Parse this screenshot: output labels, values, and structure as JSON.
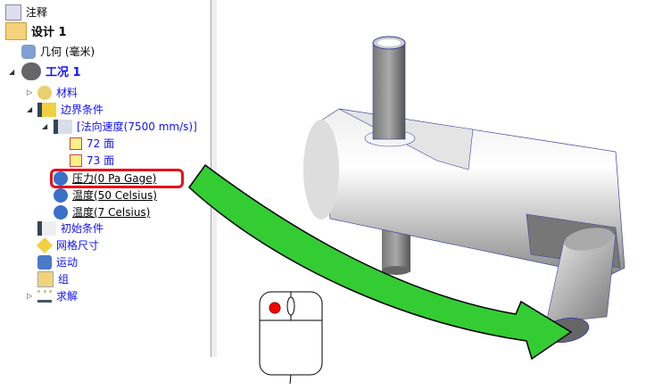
{
  "tree": {
    "annotations": "注释",
    "design": "设计 1",
    "geometry": "几何 (毫米)",
    "case": "工况 1",
    "materials": "材料",
    "boundary": "边界条件",
    "normal_velocity": "[法向速度(7500 mm/s)]",
    "face72": "72 面",
    "face73": "73 面",
    "pressure": "压力(0 Pa Gage)",
    "temp50": "温度(50 Celsius)",
    "temp7": "温度(7 Celsius)",
    "initial": "初始条件",
    "mesh": "网格尺寸",
    "motion": "运动",
    "group": "组",
    "solve": "求解"
  },
  "colors": {
    "highlight": "#e8101a",
    "arrow": "#33cc33",
    "link": "#1010ff"
  }
}
